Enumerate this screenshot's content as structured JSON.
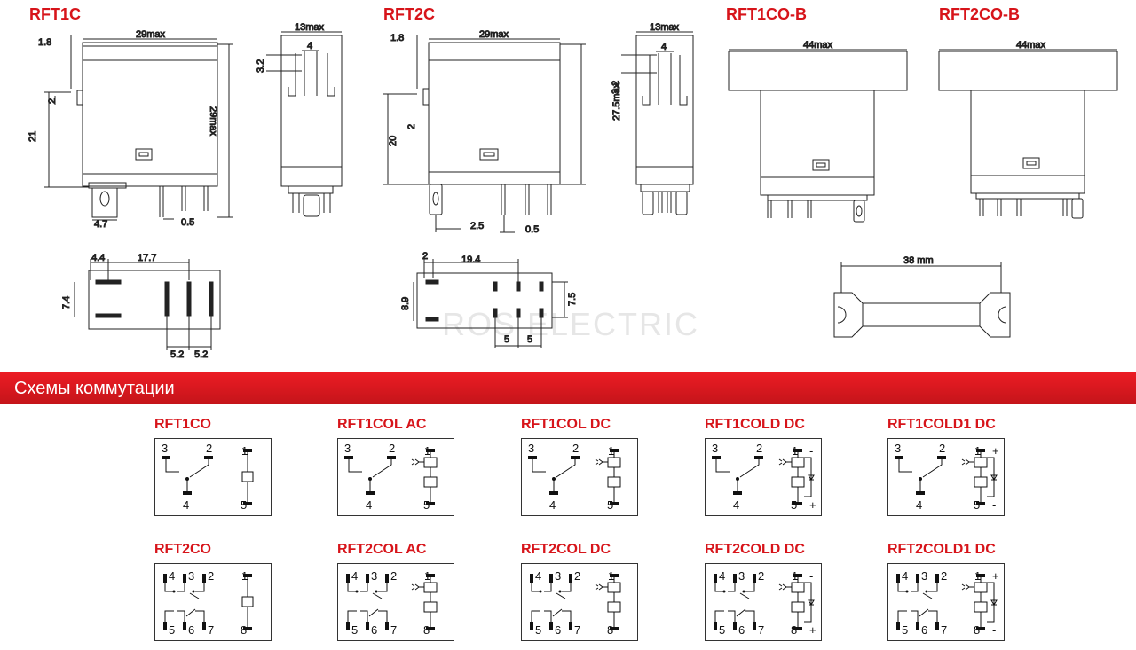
{
  "titles": {
    "rft1c": "RFT1C",
    "rft2c": "RFT2C",
    "rft1cob": "RFT1CO-B",
    "rft2cob": "RFT2CO-B"
  },
  "section_title": "Схемы коммутации",
  "watermark": "ROS ELECTRIC",
  "dimensions": {
    "rft1c_front": {
      "width": "29max",
      "offset": "1.8",
      "height": "21",
      "pin_gap": "2",
      "tab": "4.7",
      "pin": "0.5"
    },
    "rft1c_side": {
      "width": "13max",
      "tab_width": "4",
      "pin": "3.2",
      "height": "29max"
    },
    "rft1c_bottom": {
      "a": "4.4",
      "b": "17.7",
      "c": "7.4",
      "d": "5.2",
      "e": "5.2"
    },
    "rft2c_front": {
      "width": "29max",
      "offset": "1.8",
      "height": "20",
      "pin_gap": "2",
      "pitch": "2.5",
      "pin": "0.5"
    },
    "rft2c_side": {
      "width": "13max",
      "tab_width": "4",
      "pin": "3.2",
      "height": "27.5max"
    },
    "rft2c_bottom": {
      "a": "2",
      "b": "19.4",
      "c": "8.9",
      "d": "7.5",
      "e": "5",
      "f": "5"
    },
    "rft1cob_width": "44max",
    "rft2cob_width": "44max",
    "clip_length": "38 mm"
  },
  "schemes": [
    {
      "name": "RFT1CO",
      "poles": 1,
      "led": false,
      "diode": false,
      "pol": false,
      "coil_sign": ""
    },
    {
      "name": "RFT1COL AC",
      "poles": 1,
      "led": true,
      "diode": false,
      "pol": false,
      "coil_sign": ""
    },
    {
      "name": "RFT1COL DC",
      "poles": 1,
      "led": true,
      "diode": false,
      "pol": false,
      "coil_sign": ""
    },
    {
      "name": "RFT1COLD DC",
      "poles": 1,
      "led": true,
      "diode": true,
      "pol": true,
      "coil_sign": "- / +"
    },
    {
      "name": "RFT1COLD1 DC",
      "poles": 1,
      "led": true,
      "diode": true,
      "pol": true,
      "coil_sign": "+ / -"
    },
    {
      "name": "RFT2CO",
      "poles": 2,
      "led": false,
      "diode": false,
      "pol": false,
      "coil_sign": ""
    },
    {
      "name": "RFT2COL AC",
      "poles": 2,
      "led": true,
      "diode": false,
      "pol": false,
      "coil_sign": ""
    },
    {
      "name": "RFT2COL DC",
      "poles": 2,
      "led": true,
      "diode": false,
      "pol": false,
      "coil_sign": ""
    },
    {
      "name": "RFT2COLD DC",
      "poles": 2,
      "led": true,
      "diode": true,
      "pol": true,
      "coil_sign": "- / +"
    },
    {
      "name": "RFT2COLD1 DC",
      "poles": 2,
      "led": true,
      "diode": true,
      "pol": true,
      "coil_sign": "+ / -"
    }
  ],
  "pins": {
    "one_pole": {
      "nc": "3",
      "no": "2",
      "com": "4",
      "coil_top": "1",
      "coil_bottom": "5"
    },
    "two_pole": {
      "p1": "4",
      "p2": "3",
      "p3": "2",
      "p4": "5",
      "p5": "6",
      "p6": "7",
      "coil_top": "1",
      "coil_bottom": "8"
    }
  },
  "colors": {
    "accent": "#d7141a",
    "band": "#ec1c24",
    "line": "#222222"
  }
}
